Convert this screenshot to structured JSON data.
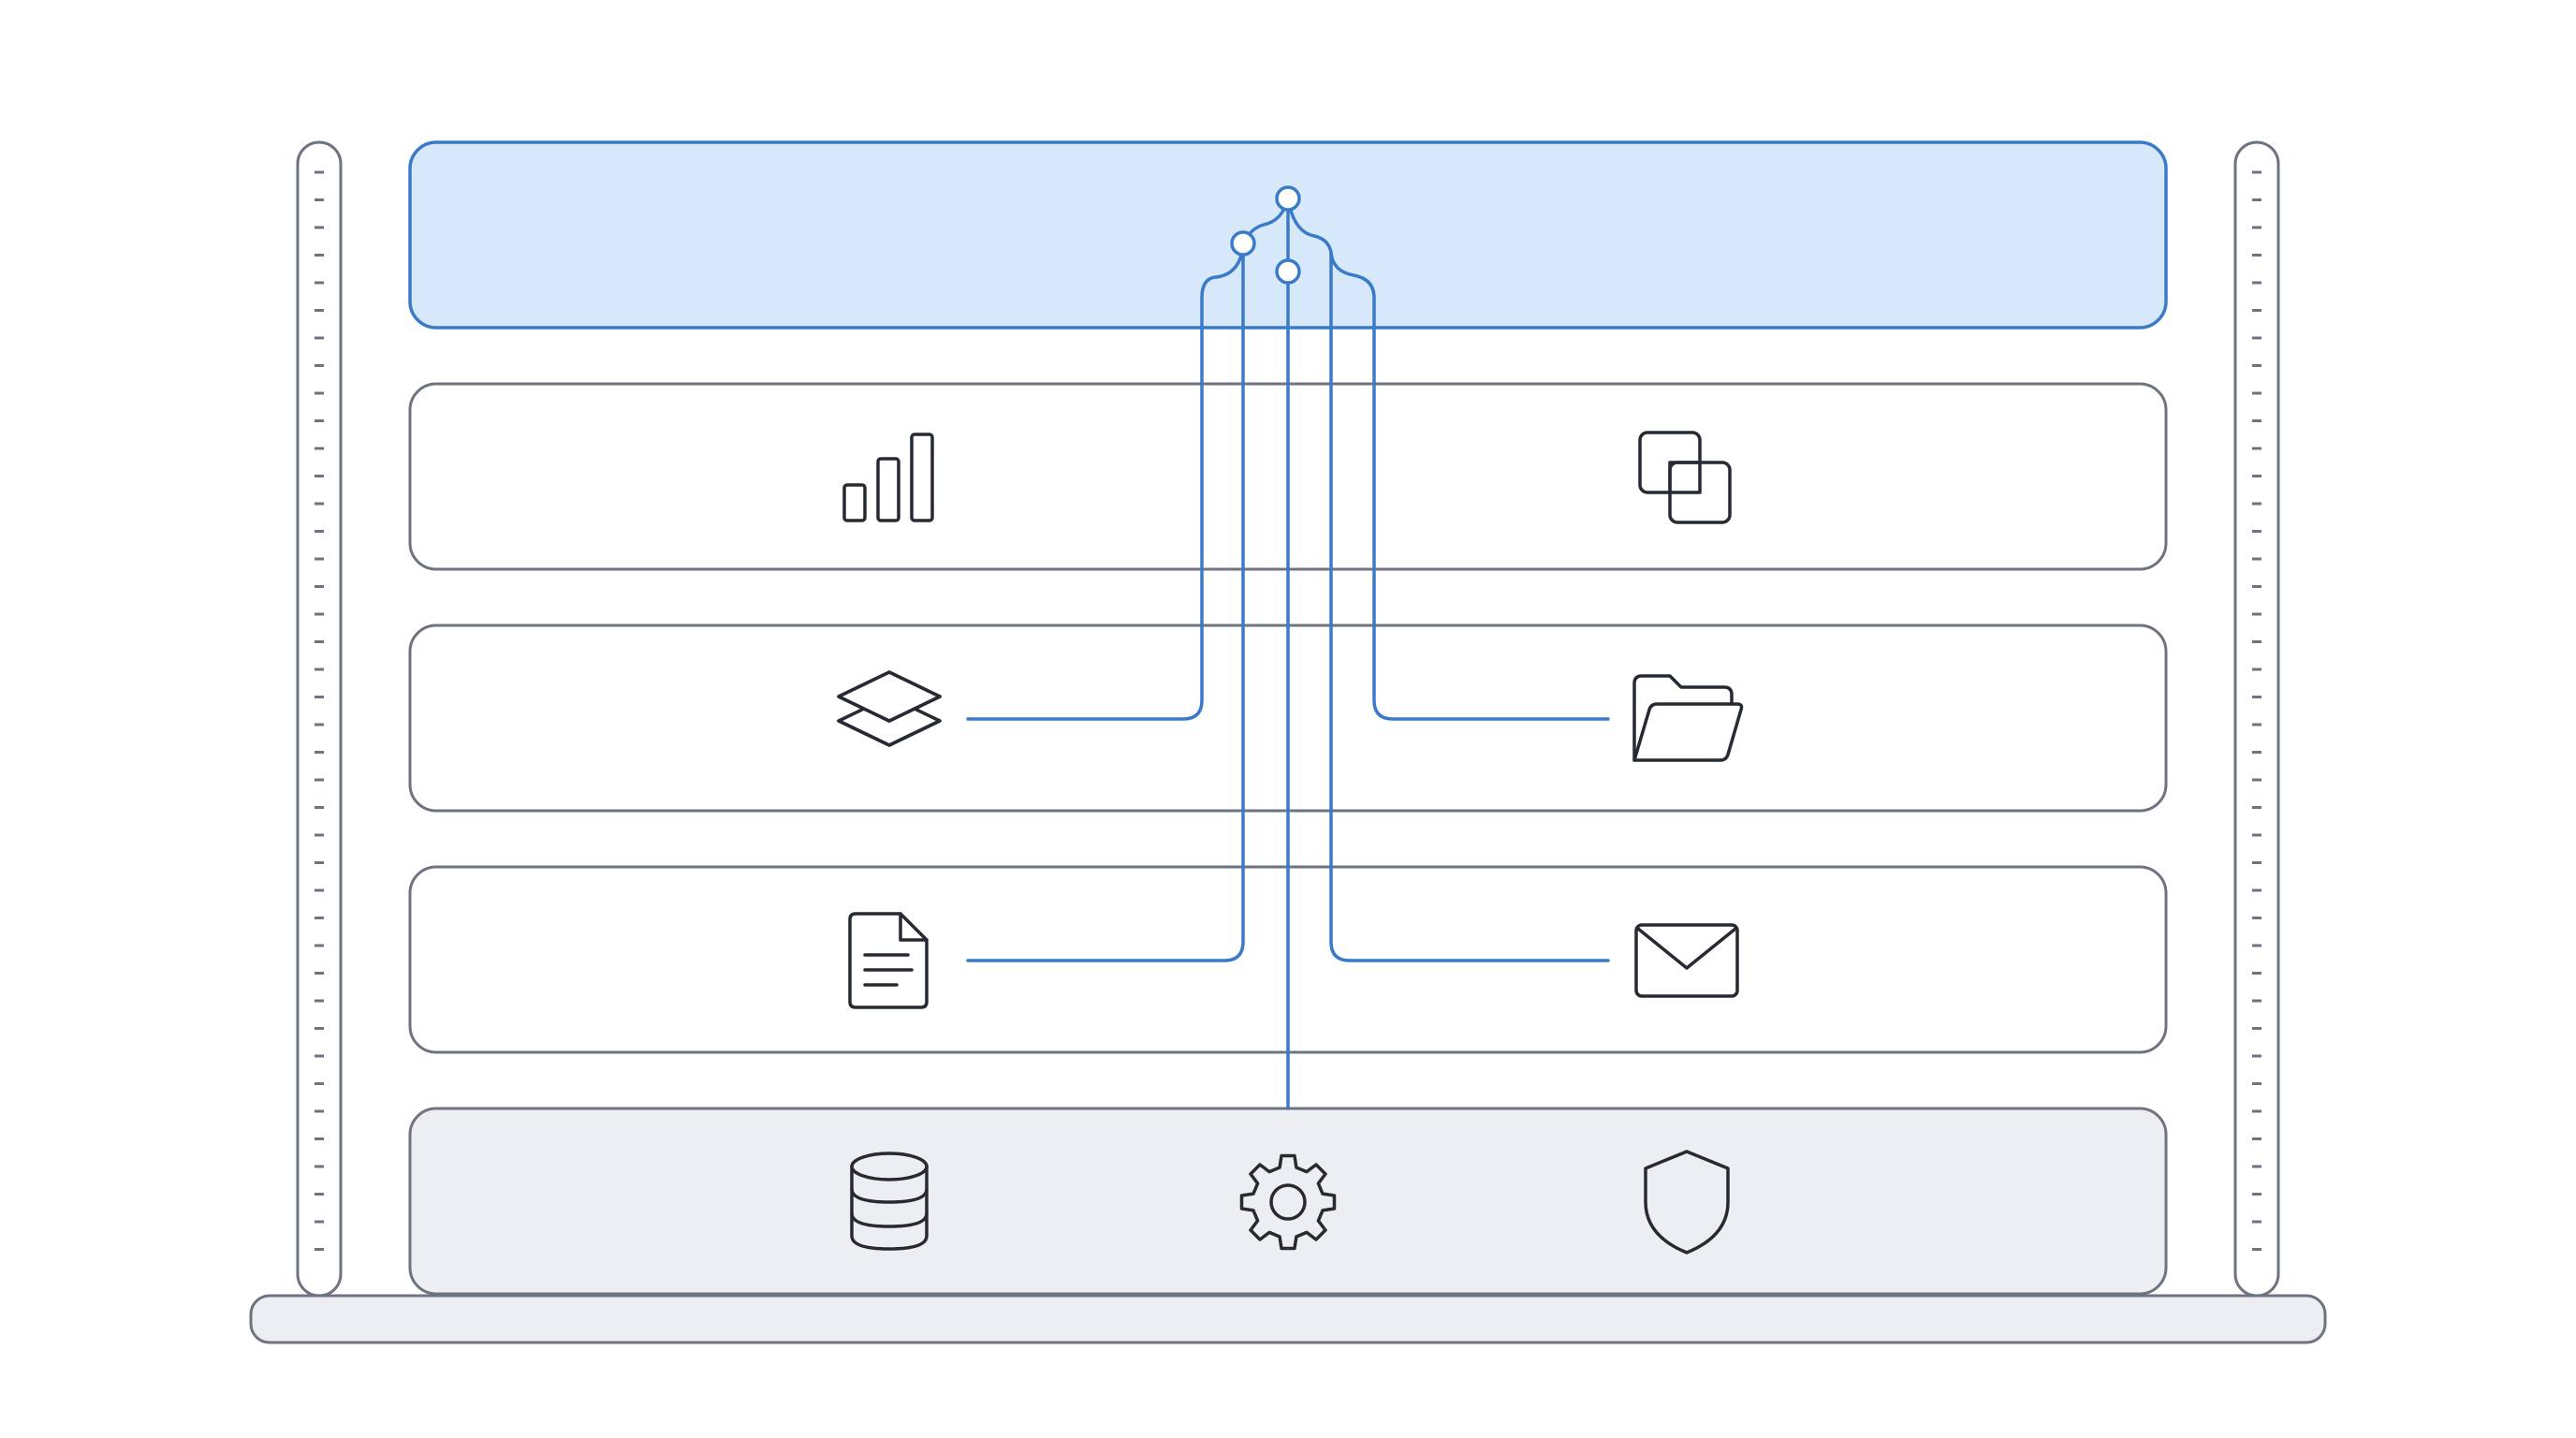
{
  "diagram": {
    "colors": {
      "accent": "#3a7bc8",
      "top_fill": "#d8e8fb",
      "layer_stroke": "#6e7380",
      "base_fill": "#eceef2",
      "icon_stroke": "#262a33",
      "background": "#ffffff"
    },
    "top_layer": {
      "node_count": 3
    },
    "layers": [
      {
        "id": "layer-1",
        "icons": [
          "bar-chart-icon",
          "overlapping-squares-icon"
        ]
      },
      {
        "id": "layer-2",
        "icons": [
          "layers-stack-icon",
          "open-folder-icon"
        ]
      },
      {
        "id": "layer-3",
        "icons": [
          "document-icon",
          "envelope-icon"
        ]
      },
      {
        "id": "base-layer",
        "icons": [
          "database-icon",
          "gear-icon",
          "shield-icon"
        ]
      }
    ],
    "rails": [
      "left-rail",
      "right-rail"
    ]
  }
}
